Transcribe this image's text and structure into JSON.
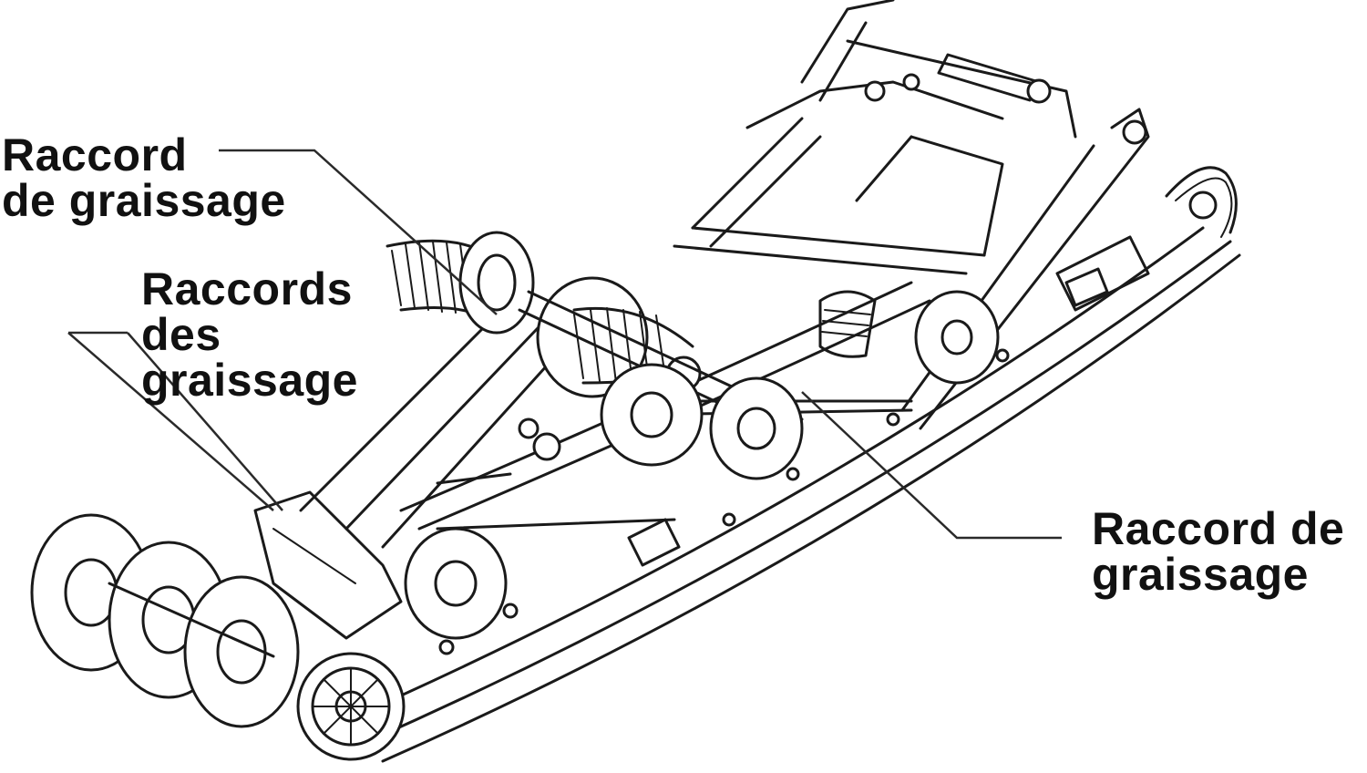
{
  "labels": {
    "top_left": {
      "line1": "Raccord",
      "line2": "de graissage"
    },
    "middle_left": {
      "line1": "Raccords",
      "line2": "des",
      "line3": "graissage"
    },
    "bottom_right": {
      "line1": "Raccord de",
      "line2": "graissage"
    }
  },
  "colors": {
    "ink": "#1a1a1a",
    "background": "#ffffff"
  }
}
